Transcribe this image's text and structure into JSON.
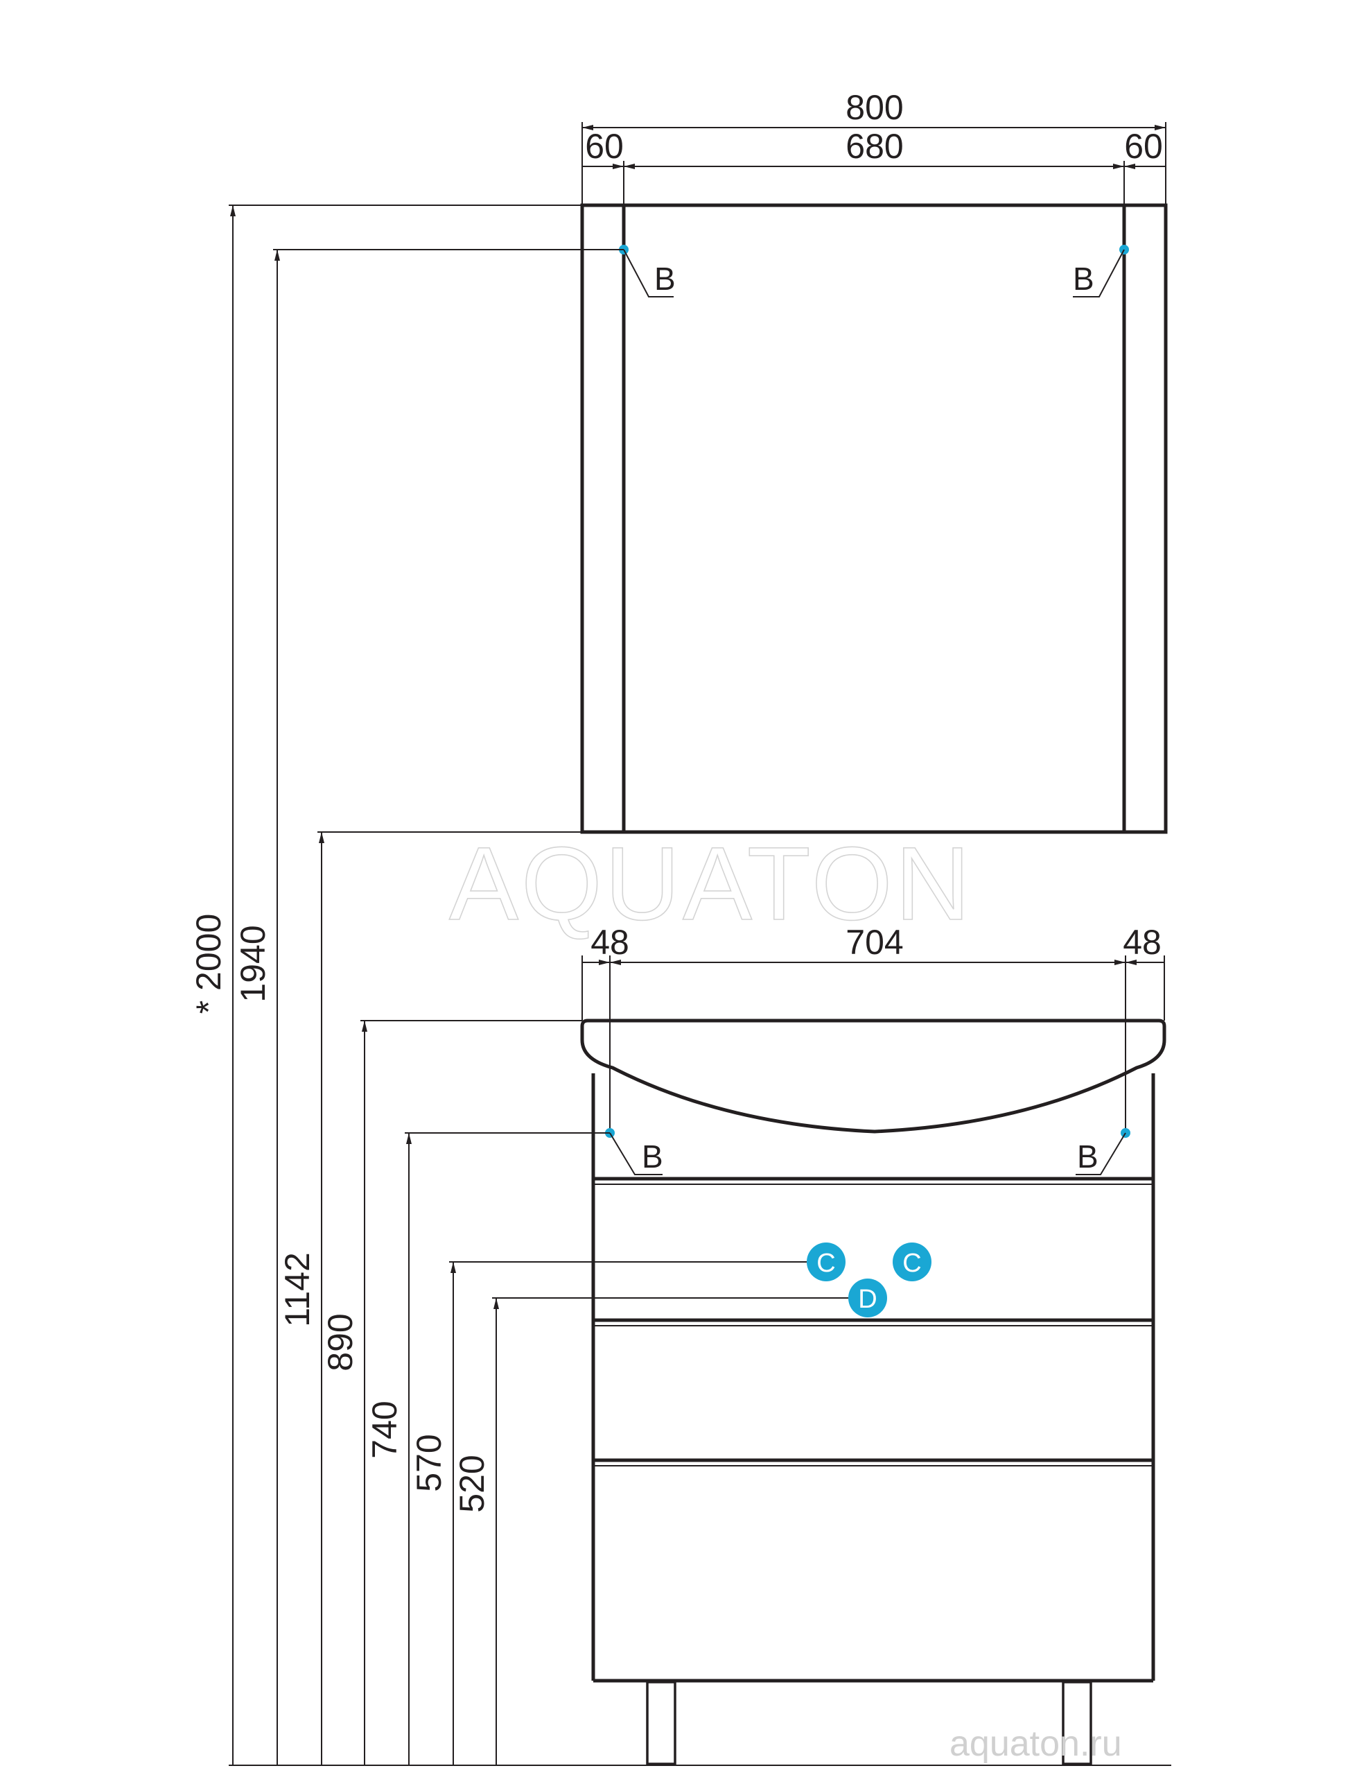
{
  "mirror": {
    "overall_width": "800",
    "left_strip": "60",
    "center_width": "680",
    "right_strip": "60",
    "point_left": "B",
    "point_right": "B"
  },
  "watermark": "AQUATON",
  "cabinet": {
    "left_margin": "48",
    "center_width": "704",
    "right_margin": "48",
    "point_left": "B",
    "point_right": "B",
    "inlet_left": "C",
    "inlet_right": "C",
    "drain": "D"
  },
  "heights": {
    "total": "* 2000",
    "mirror_mount": "1940",
    "mirror_bottom": "1142",
    "basin_top": "890",
    "cabinet_mount": "740",
    "inlets": "570",
    "drain": "520"
  },
  "website": "aquaton.ru",
  "colors": {
    "line": "#231f20",
    "marker": "#1aa7d4"
  }
}
